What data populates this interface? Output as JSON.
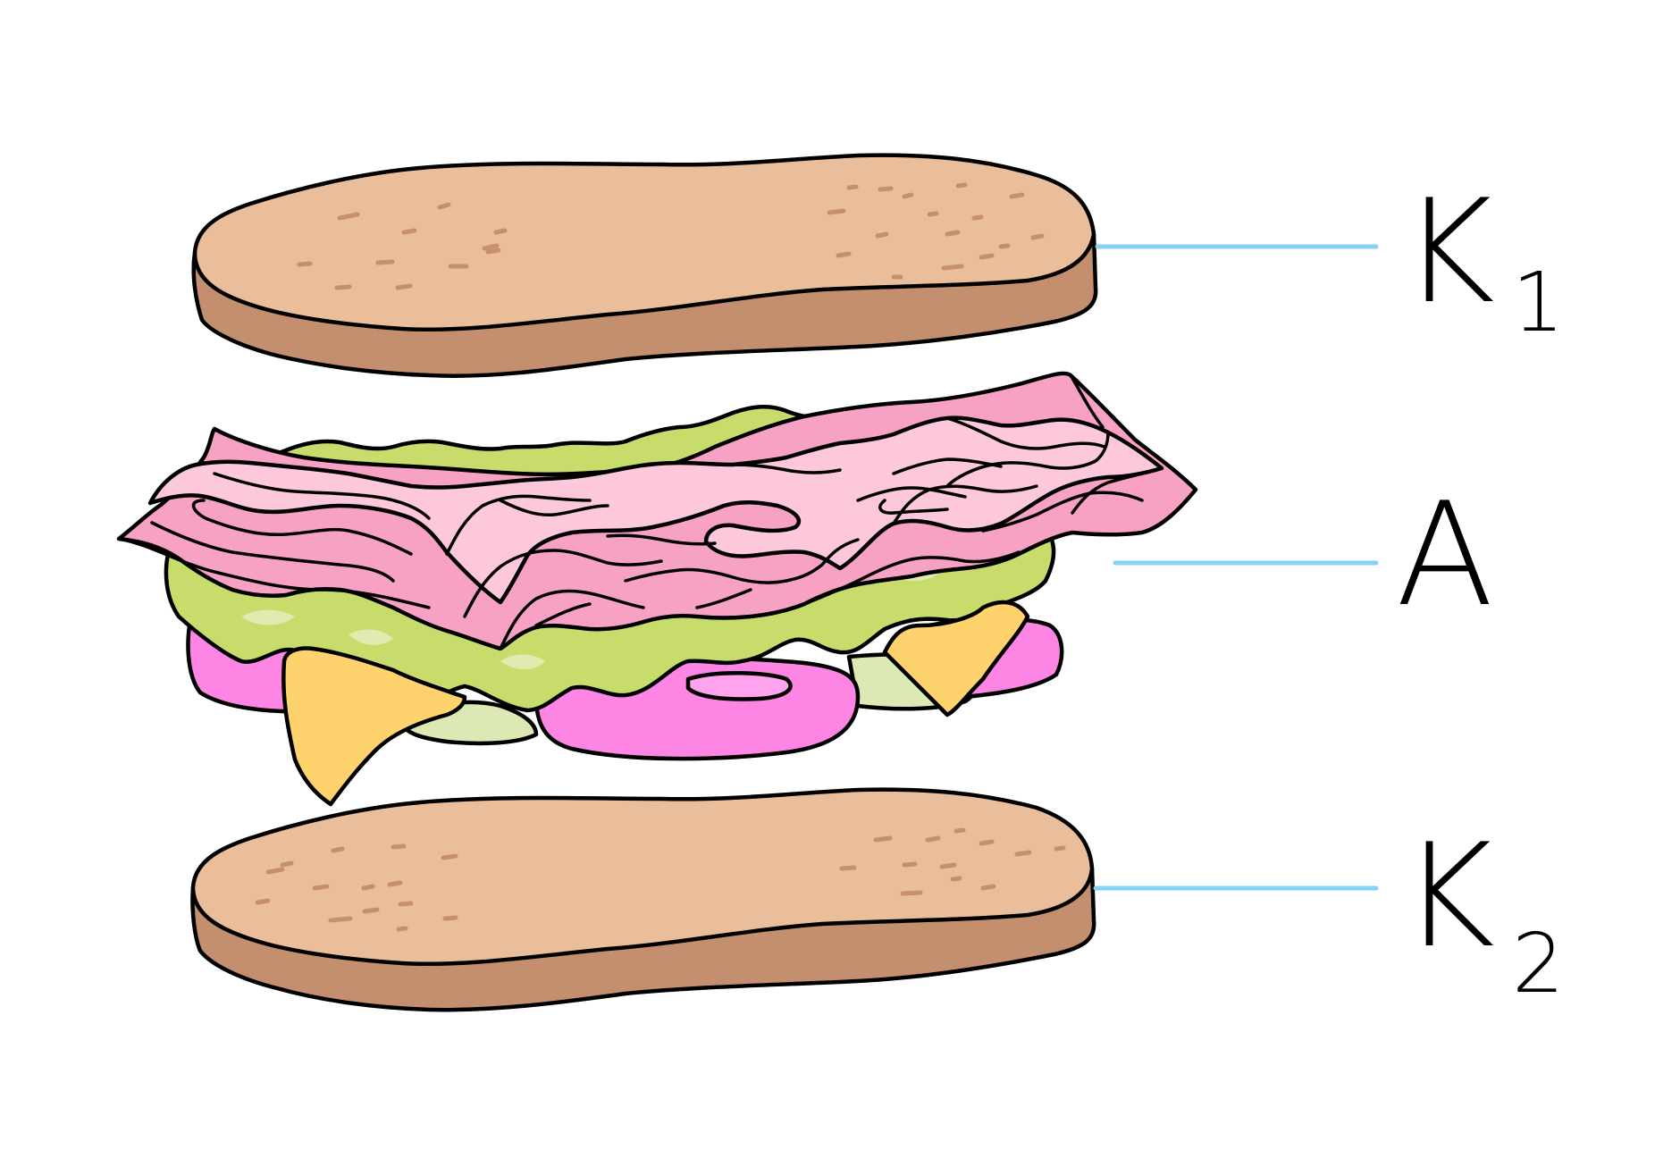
{
  "labels": {
    "top": {
      "letter": "K",
      "sub": "1"
    },
    "middle": {
      "letter": "A"
    },
    "bottom": {
      "letter": "K",
      "sub": "2"
    }
  },
  "colors": {
    "bread_top": "#EBBE9B",
    "bread_side": "#C38F6E",
    "bread_speckle": "#C7906D",
    "ham_dark": "#F7A1C4",
    "ham_light": "#FDC8DC",
    "lettuce": "#C8DC6C",
    "lettuce_light": "#DFEBB1",
    "cheese": "#FED36E",
    "tomato": "#FD86E4",
    "tomato_light": "#FEA3EC",
    "cucumber": "#DDE9B4",
    "leader_line": "#87D0F6"
  }
}
